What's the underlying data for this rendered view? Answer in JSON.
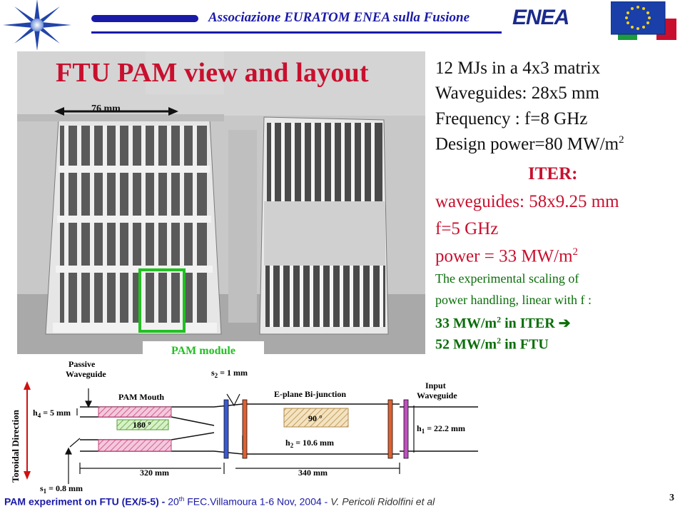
{
  "header": {
    "title": "Associazione EURATOM ENEA sulla Fusione",
    "logo_text": "ENEA"
  },
  "slide_title": "FTU PAM view and layout",
  "photo": {
    "dimension_label": "76 mm",
    "module_label": "PAM module"
  },
  "specs": {
    "line1": "12 MJs in a 4x3 matrix",
    "line2": "Waveguides:  28x5 mm",
    "line3": "Frequency :  f=8 GHz",
    "line4": "Design power=80 MW/m",
    "line4_sup": "2"
  },
  "iter": {
    "heading": "ITER:",
    "line1": "waveguides:  58x9.25 mm",
    "line2": "f=5 GHz",
    "line3": "power = 33 MW/m",
    "line3_sup": "2"
  },
  "scaling": {
    "line1": "The experimental scaling of",
    "line2": "power handling, linear with f :",
    "line3a": "33 MW/m",
    "line3_sup": "2",
    "line3b": " in ITER  ",
    "arrow": "➔",
    "line4a": "52 MW/m",
    "line4_sup": "2",
    "line4b": " in FTU"
  },
  "diagram": {
    "passive": "Passive",
    "waveguide": "Waveguide",
    "pam_mouth": "PAM Mouth",
    "s2": "s",
    "s2_sub": "2",
    "s2_val": " = 1 mm",
    "bijunction": "E-plane Bi-junction",
    "input": "Input",
    "input_wg": "Waveguide",
    "h4": "h",
    "h4_sub": "4",
    "h4_val": " = 5 mm",
    "angle180": "180 °",
    "angle90": "90 °",
    "h2": "h",
    "h2_sub": "2",
    "h2_val": " = 10.6 mm",
    "h1": "h",
    "h1_sub": "1",
    "h1_val": " = 22.2 mm",
    "toroidal": "Toroidal Direction",
    "len320": "320 mm",
    "len340": "340 mm",
    "s1": "s",
    "s1_sub": "1",
    "s1_val": " = 0.8 mm"
  },
  "footer": {
    "bold": "PAM experiment on FTU (EX/5-5) - ",
    "ord": "20",
    "ord_sup": "th",
    "plain": " FEC.Villamoura 1-6 Nov, 2004 - ",
    "authors": "V. Pericoli Ridolfini et al"
  },
  "page_number": "3",
  "colors": {
    "title_red": "#c8102e",
    "header_blue": "#1a1aa8",
    "highlight_green": "#22c022",
    "scaling_green": "#0a6e0a"
  }
}
